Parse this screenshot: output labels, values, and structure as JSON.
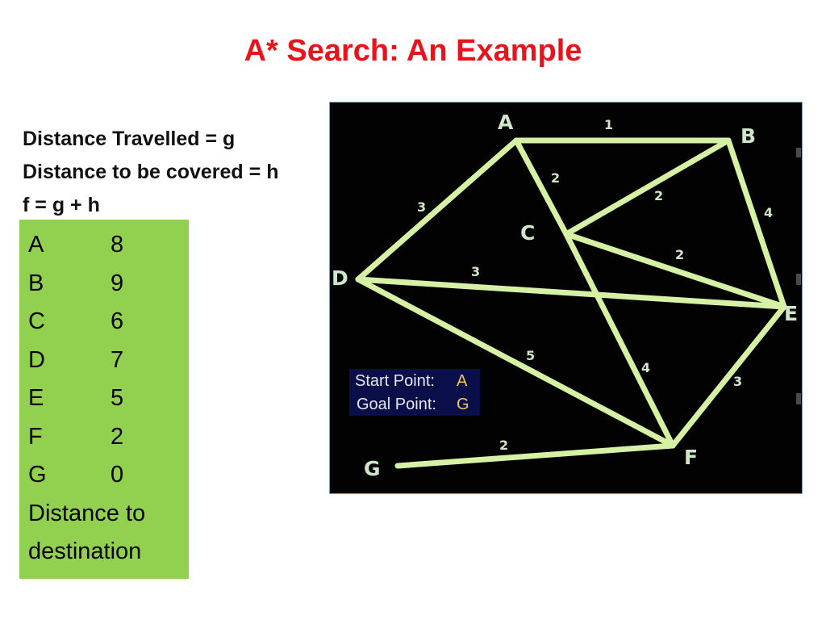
{
  "title": "A* Search: An Example",
  "definitions": [
    "Distance Travelled = g",
    "Distance to be covered = h",
    "f = g + h"
  ],
  "heuristic_table": {
    "rows": [
      {
        "node": "A",
        "value": "8"
      },
      {
        "node": "B",
        "value": "9"
      },
      {
        "node": "C",
        "value": "6"
      },
      {
        "node": "D",
        "value": "7"
      },
      {
        "node": "E",
        "value": "5"
      },
      {
        "node": "F",
        "value": "2"
      },
      {
        "node": "G",
        "value": "0"
      }
    ],
    "note_line1": "Distance to",
    "note_line2": "destination"
  },
  "graph": {
    "nodes": [
      "A",
      "B",
      "C",
      "D",
      "E",
      "F",
      "G"
    ],
    "edges": [
      {
        "from": "A",
        "to": "B",
        "weight": "1"
      },
      {
        "from": "A",
        "to": "C",
        "weight": "2"
      },
      {
        "from": "A",
        "to": "D",
        "weight": "3"
      },
      {
        "from": "B",
        "to": "C",
        "weight": "2"
      },
      {
        "from": "B",
        "to": "E",
        "weight": "4"
      },
      {
        "from": "C",
        "to": "E",
        "weight": "2"
      },
      {
        "from": "D",
        "to": "E",
        "weight": "3"
      },
      {
        "from": "D",
        "to": "F",
        "weight": "5"
      },
      {
        "from": "C",
        "to": "F",
        "weight": "4"
      },
      {
        "from": "E",
        "to": "F",
        "weight": "3"
      },
      {
        "from": "G",
        "to": "F",
        "weight": "2"
      }
    ],
    "edge_color": "#d6f0a4",
    "background_color": "#020202"
  },
  "legend": {
    "start_label": "Start Point:",
    "start_value": "A",
    "goal_label": "Goal Point:",
    "goal_value": "G",
    "value_color": "#f2c94c"
  },
  "colors": {
    "title": "#e8141c",
    "table_background": "#92d050"
  }
}
